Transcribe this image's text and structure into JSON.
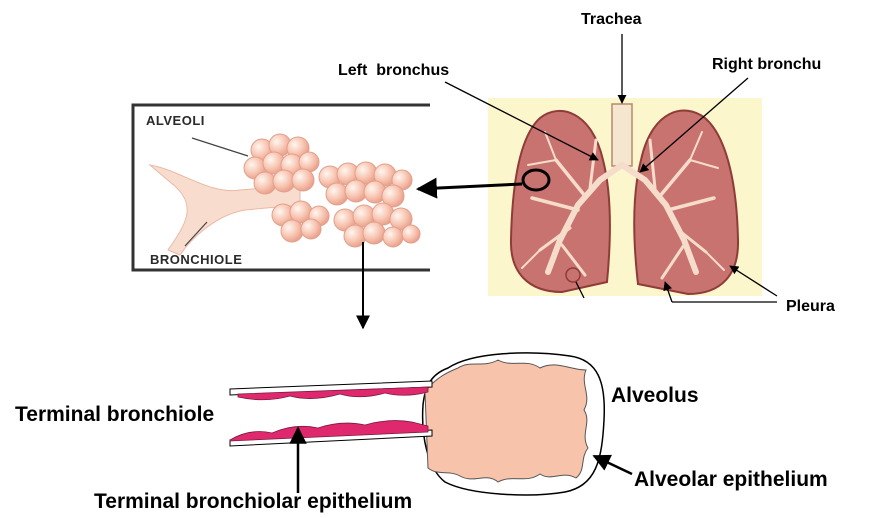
{
  "labels": {
    "trachea": "Trachea",
    "left_bronchus": "Left  bronchus",
    "right_bronchus": "Right bronchu",
    "alveoli": "ALVEOLI",
    "bronchiole": "BRONCHIOLE",
    "pleura": "Pleura",
    "alveolus": "Alveolus",
    "terminal_bronchiole": "Terminal bronchiole",
    "alveolar_epithelium": "Alveolar epithelium",
    "terminal_bronchiolar_epithelium": "Terminal bronchiolar epithelium"
  },
  "colors": {
    "lung_background": "#fbf6cc",
    "lung_tissue": "#c97370",
    "alveolus_fill": "#f7c4ab",
    "epithelium": "#e0286e",
    "alveoli_cluster": "#f8c8b4"
  }
}
